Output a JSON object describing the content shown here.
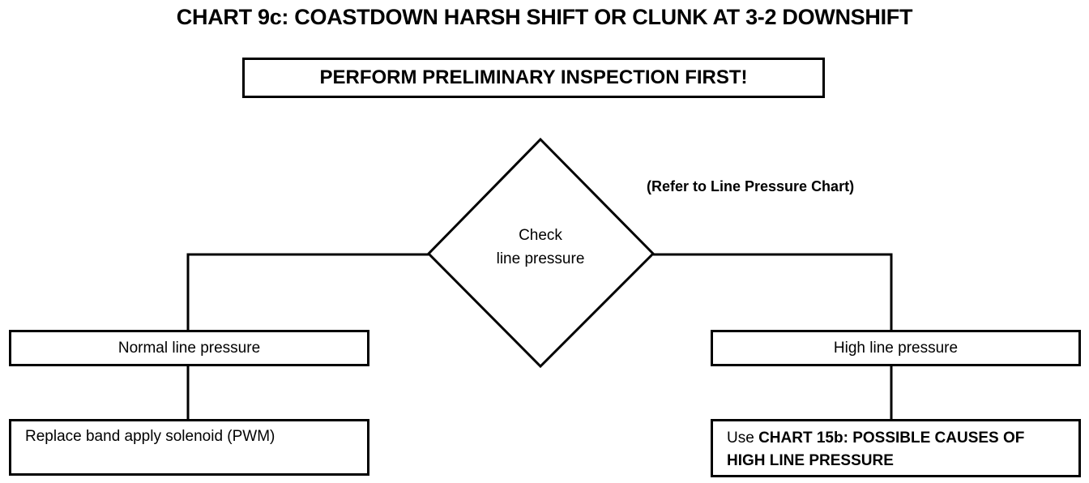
{
  "title": "CHART 9c: COASTDOWN HARSH SHIFT OR CLUNK AT 3-2 DOWNSHIFT",
  "warning": "PERFORM PRELIMINARY INSPECTION FIRST!",
  "decision": {
    "line1": "Check",
    "line2": "line pressure",
    "note": "(Refer to Line Pressure Chart)"
  },
  "left_branch": {
    "result": "Normal line pressure",
    "action": "Replace band apply solenoid (PWM)"
  },
  "right_branch": {
    "result": "High line pressure",
    "action_prefix": "Use",
    "action_bold_1": "CHART 15b: POSSIBLE CAUSES OF",
    "action_bold_2": "HIGH LINE PRESSURE"
  }
}
